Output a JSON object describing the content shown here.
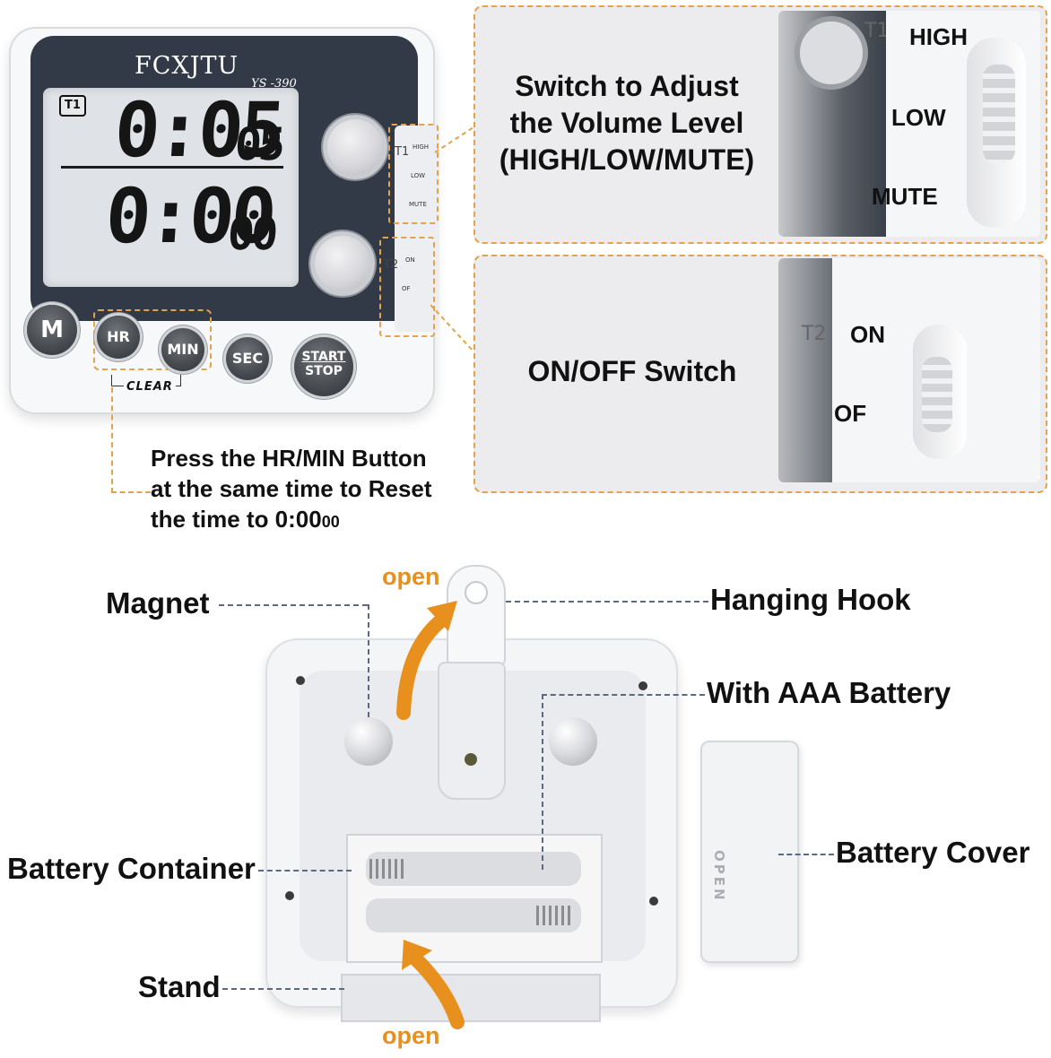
{
  "timer": {
    "brand": "FCXJTU",
    "model": "YS -390",
    "t1_badge": "T1",
    "display_top": "0:05",
    "display_top_small": "05",
    "display_bottom": "0:00",
    "display_bottom_small": "00",
    "side_t1": "T1",
    "side_t2": "T2",
    "side_high": "HIGH",
    "side_low": "LOW",
    "side_mute": "MUTE",
    "side_on": "ON",
    "side_off": "OF",
    "buttons": {
      "m": "M",
      "hr": "HR",
      "min": "MIN",
      "sec": "SEC",
      "start": "START",
      "stop": "STOP",
      "clear": "CLEAR"
    }
  },
  "volume_callout": {
    "line1": "Switch to Adjust",
    "line2": "the Volume Level",
    "line3": "(HIGH/LOW/MUTE)",
    "high": "HIGH",
    "low": "LOW",
    "mute": "MUTE",
    "t1": "T1"
  },
  "onoff_callout": {
    "text": "ON/OFF Switch",
    "on": "ON",
    "off": "OF",
    "t2": "T2"
  },
  "reset_note": {
    "line1": "Press the HR/MIN Button",
    "line2": "at the same time to Reset",
    "line3_prefix": "the time to ",
    "line3_time": "0:00",
    "line3_small": "00"
  },
  "back_view": {
    "magnet": "Magnet",
    "hanging_hook": "Hanging Hook",
    "aaa_battery": "With AAA Battery",
    "battery_container": "Battery Container",
    "battery_cover": "Battery Cover",
    "stand": "Stand",
    "open_top": "open",
    "open_bottom": "open",
    "cover_mark": "OPEN"
  },
  "colors": {
    "accent_orange": "#e4a24a",
    "arrow_orange": "#e8901e",
    "face_navy": "#323a47",
    "leader_line": "#5a6a82"
  }
}
